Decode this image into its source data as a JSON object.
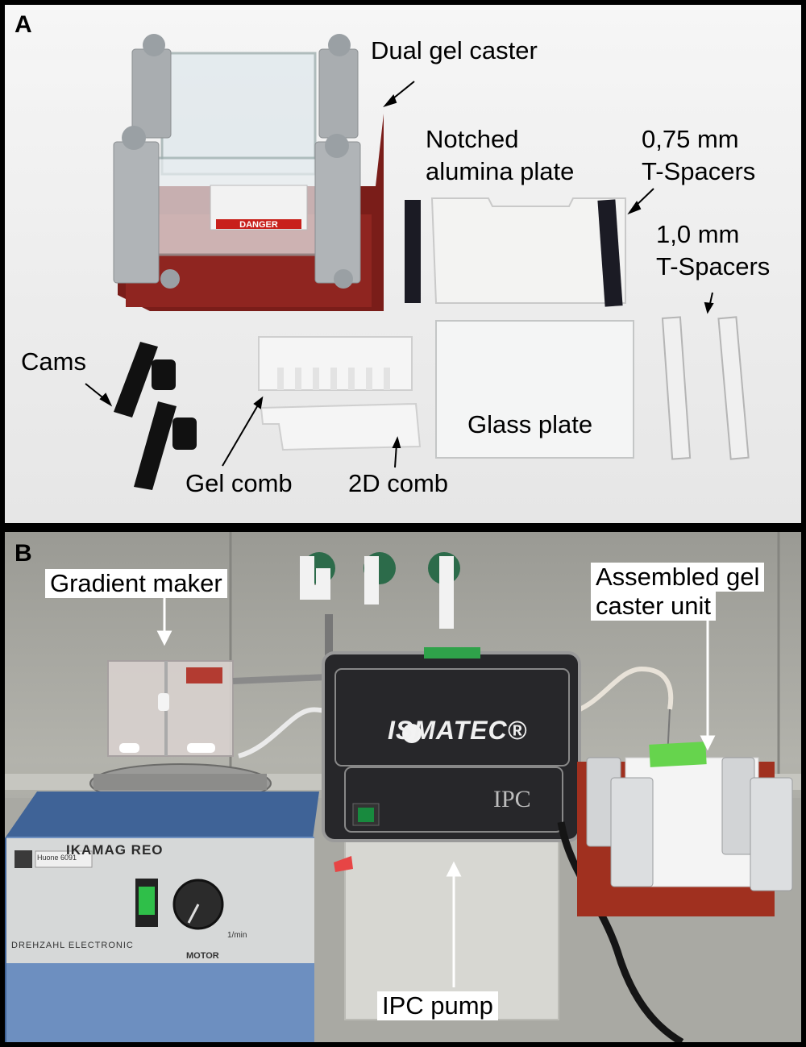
{
  "panel_a": {
    "letter": "A",
    "labels": {
      "dual_gel_caster": "Dual gel caster",
      "notched_plate_line1": "Notched",
      "notched_plate_line2": "alumina plate",
      "spacers_075_line1": "0,75 mm",
      "spacers_075_line2": "T-Spacers",
      "spacers_10_line1": "1,0 mm",
      "spacers_10_line2": "T-Spacers",
      "cams": "Cams",
      "glass_plate": "Glass plate",
      "gel_comb": "Gel comb",
      "comb_2d": "2D comb"
    },
    "danger_sticker": "DANGER"
  },
  "panel_b": {
    "letter": "B",
    "labels": {
      "gradient_maker": "Gradient maker",
      "assembled_line1": "Assembled gel",
      "assembled_line2": "caster unit",
      "ipc_pump": "IPC pump"
    },
    "device_text": {
      "pump_brand": "ISMATEC®",
      "pump_model": "IPC",
      "stirrer_brand": "IKAMAG REO",
      "stirrer_sub": "DREHZAHL ELECTRONIC",
      "stirrer_motor": "MOTOR",
      "stirrer_tag": "Huone 6091",
      "dial_unit": "1/min"
    }
  }
}
